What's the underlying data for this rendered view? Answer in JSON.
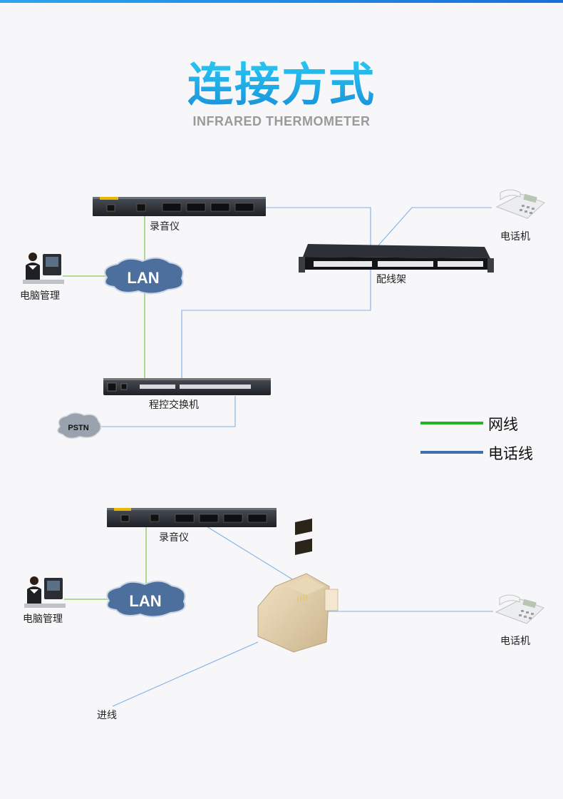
{
  "header": {
    "title": "连接方式",
    "subtitle": "INFRARED THERMOMETER"
  },
  "diagram1": {
    "recorder_label": "录音仪",
    "pc_label": "电脑管理",
    "lan_label": "LAN",
    "patch_panel_label": "配线架",
    "phone_label": "电话机",
    "pbx_label": "程控交换机",
    "pstn_label": "PSTN"
  },
  "legend": {
    "network_label": "网线",
    "phone_line_label": "电话线",
    "network_color": "#22b422",
    "phone_line_color": "#3f6fae"
  },
  "diagram2": {
    "recorder_label": "录音仪",
    "pc_label": "电脑管理",
    "lan_label": "LAN",
    "phone_label": "电话机",
    "incoming_label": "进线"
  },
  "colors": {
    "accent": "#1a9fe0",
    "green_wire": "#86c95a",
    "blue_wire": "#7fb0e8",
    "lan_cloud": "#4b6d9a"
  }
}
